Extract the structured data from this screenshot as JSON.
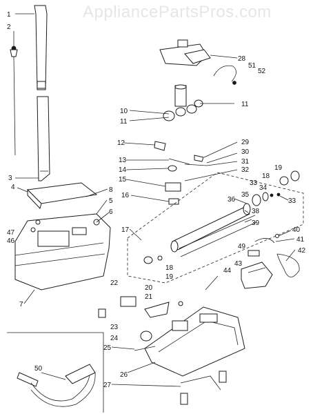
{
  "watermark": "AppliancePartsPros.com",
  "callouts": [
    "1",
    "2",
    "3",
    "4",
    "5",
    "6",
    "7",
    "8",
    "10",
    "11",
    "11",
    "12",
    "13",
    "14",
    "15",
    "16",
    "17",
    "18",
    "18",
    "19",
    "19",
    "20",
    "21",
    "22",
    "23",
    "24",
    "25",
    "26",
    "27",
    "28",
    "29",
    "30",
    "31",
    "32",
    "33",
    "33",
    "34",
    "35",
    "36",
    "38",
    "39",
    "40",
    "41",
    "42",
    "43",
    "44",
    "46",
    "47",
    "49",
    "50",
    "51",
    "52"
  ]
}
